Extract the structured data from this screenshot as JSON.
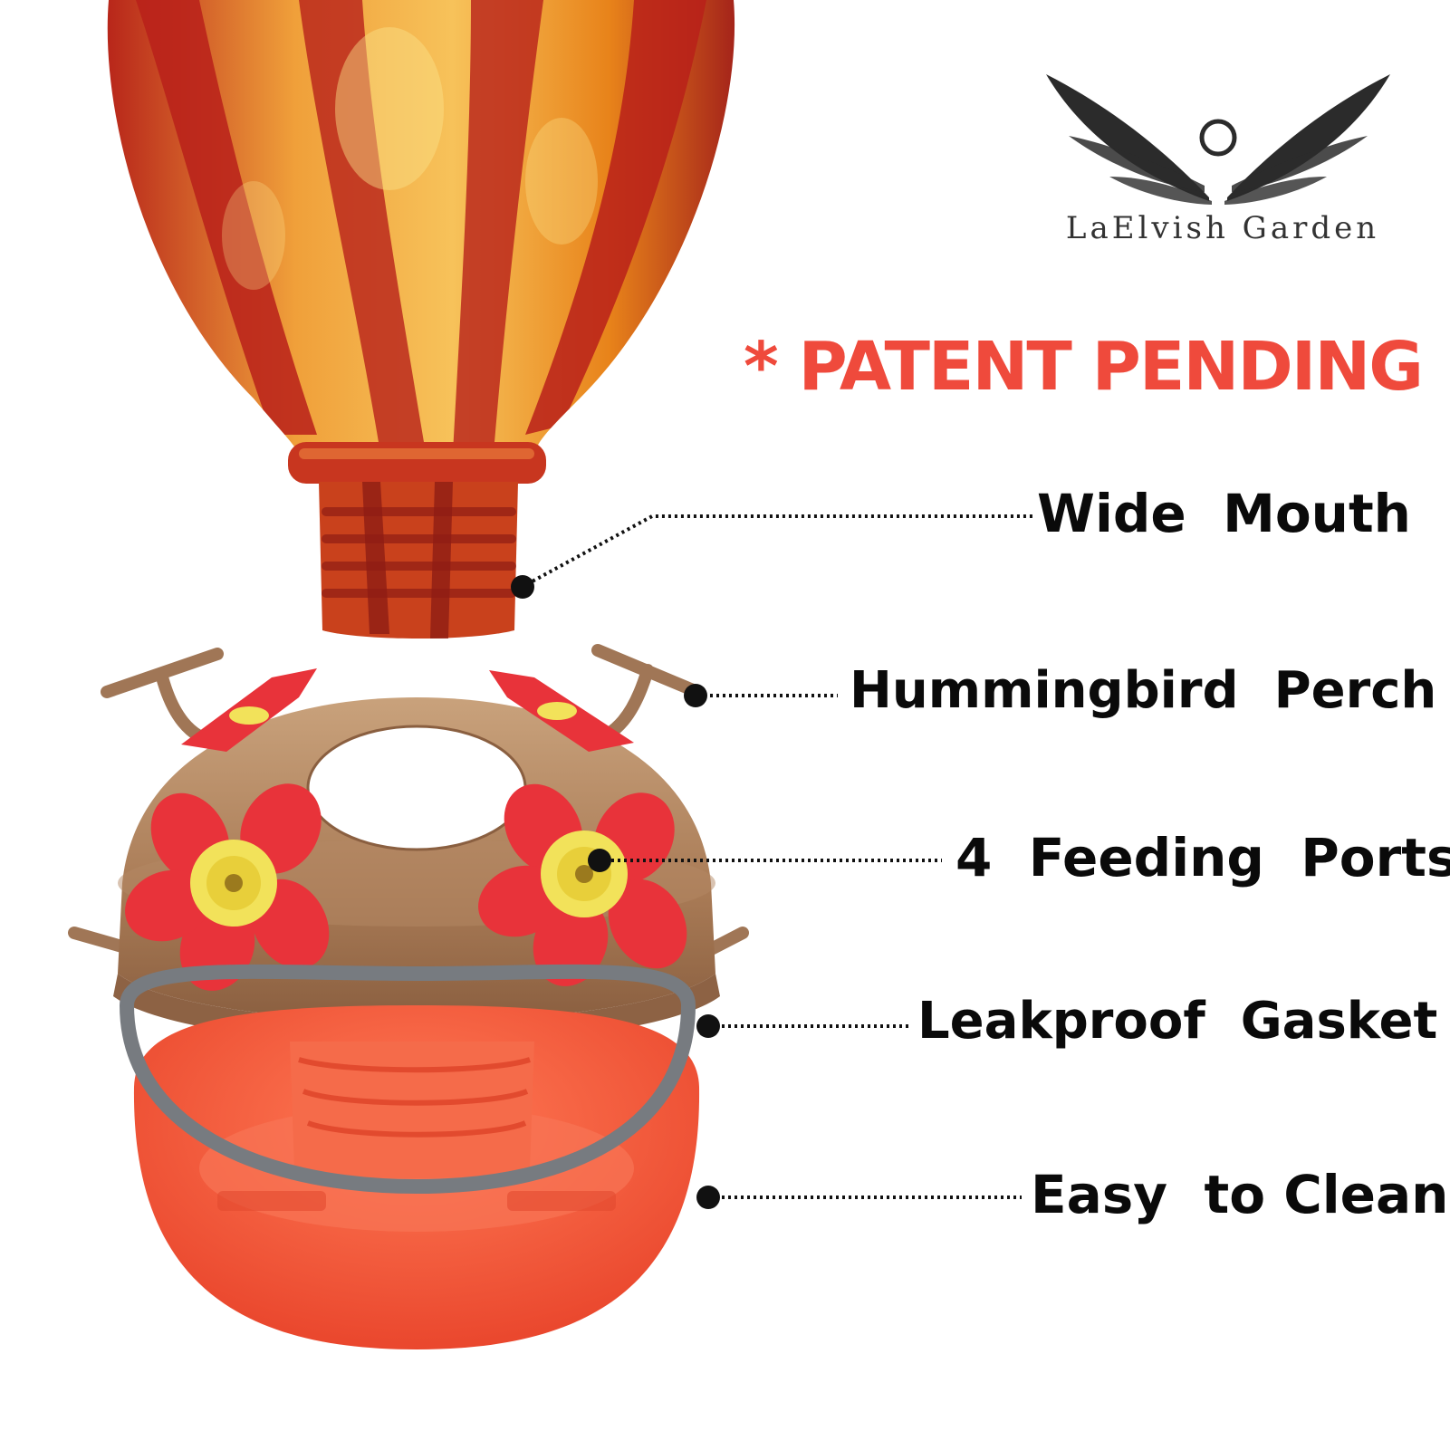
{
  "brand": {
    "name": "LaElvish Garden",
    "logo_icon": "winged-circle-logo",
    "logo_color": "#2b2b2b"
  },
  "banner": {
    "text": "* PATENT PENDING",
    "color": "#ef4a3c"
  },
  "features": [
    {
      "label": "Wide  Mouth"
    },
    {
      "label": "Hummingbird  Perch"
    },
    {
      "label": "4  Feeding  Ports"
    },
    {
      "label": "Leakproof  Gasket"
    },
    {
      "label": "Easy  to Clean"
    }
  ],
  "colors": {
    "glass_amber": "#e8831a",
    "glass_red": "#b8201a",
    "lid_bronze": "#a97b56",
    "flower_red": "#e8333a",
    "flower_center": "#f2e25a",
    "gasket_gray": "#777b80",
    "base_red": "#f45a3a",
    "callout_line": "#111111"
  }
}
